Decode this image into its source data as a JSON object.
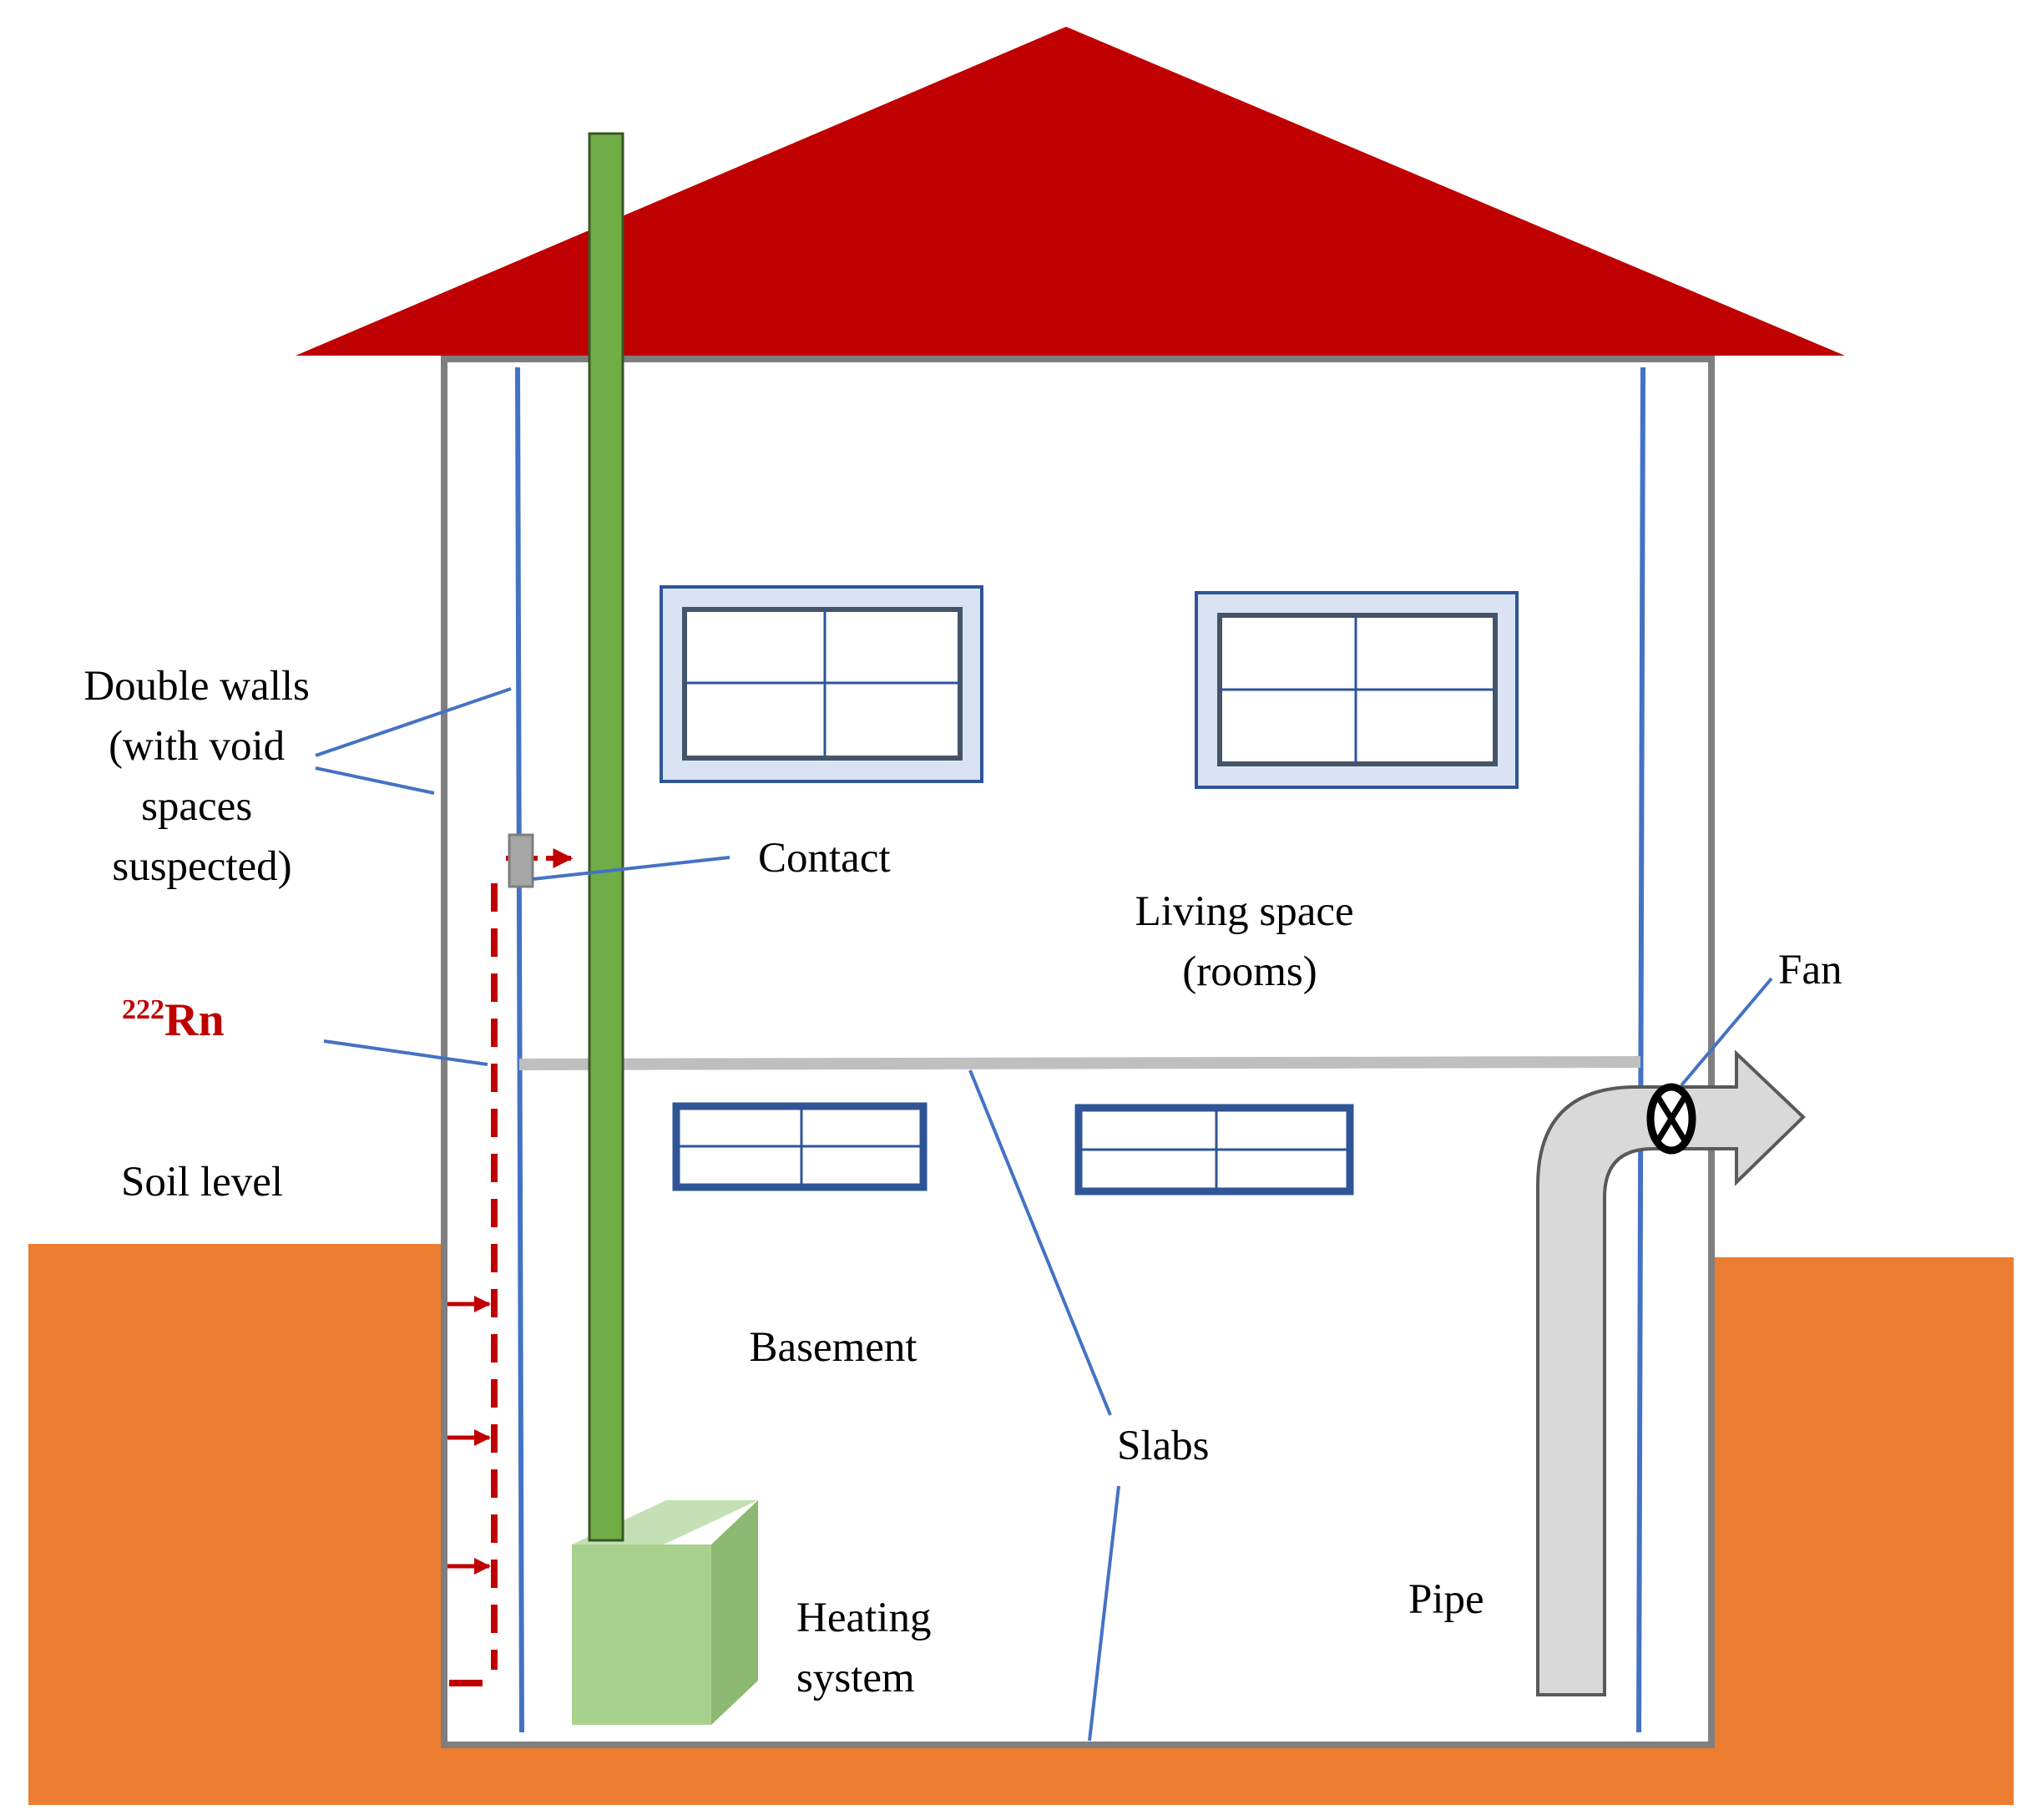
{
  "labels": {
    "double_walls": [
      "Double walls",
      "(with void",
      "spaces",
      "suspected)"
    ],
    "contact": "Contact",
    "living_space": [
      "Living space",
      "(rooms)"
    ],
    "fan": "Fan",
    "rn_mass": "222",
    "rn_symbol": "Rn",
    "soil_level": "Soil level",
    "basement": "Basement",
    "slabs": "Slabs",
    "heating_system": [
      "Heating",
      "system"
    ],
    "pipe": "Pipe"
  },
  "colors": {
    "roof": "#C00000",
    "soil": "#ED7D31",
    "house_outline": "#7F7F7F",
    "inner_wall": "#4472C4",
    "chimney": "#70AD47",
    "heater": "#A9D18E",
    "radon": "#C00000",
    "pipe": "#D9D9D9",
    "slab": "#BFBFBF"
  }
}
